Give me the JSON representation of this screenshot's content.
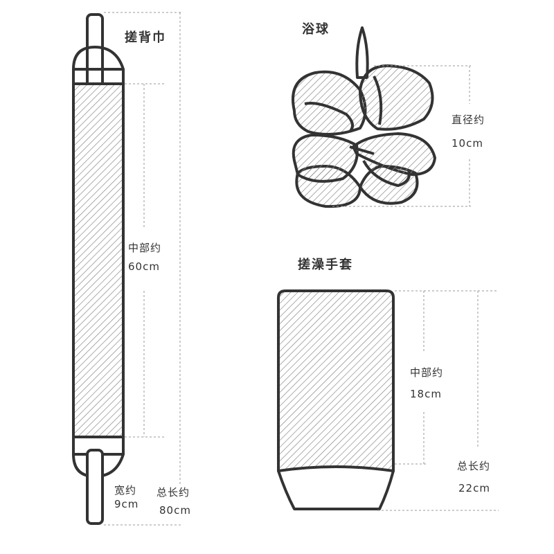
{
  "back_scrubber": {
    "title": "搓背巾",
    "middle_label": "中部约",
    "middle_value": "60cm",
    "width_label": "宽约",
    "width_value": "9cm",
    "total_label": "总长约",
    "total_value": "80cm"
  },
  "bath_ball": {
    "title": "浴球",
    "diameter_label": "直径约",
    "diameter_value": "10cm"
  },
  "bath_glove": {
    "title": "搓澡手套",
    "middle_label": "中部约",
    "middle_value": "18cm",
    "total_label": "总长约",
    "total_value": "22cm"
  },
  "colors": {
    "stroke": "#333333",
    "dashed": "#888888",
    "hatch": "#777777",
    "text": "#333333"
  }
}
